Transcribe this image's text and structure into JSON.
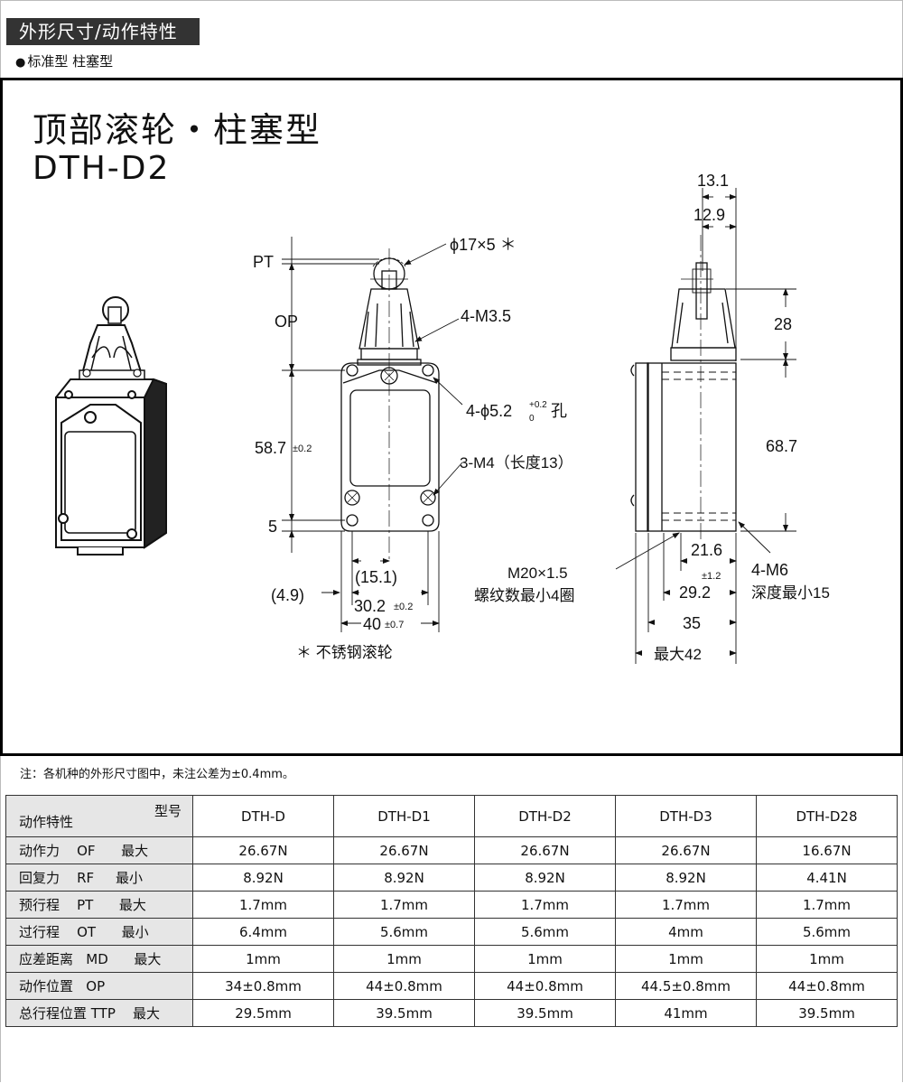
{
  "header": {
    "section_title": "外形尺寸/动作特性",
    "subtype_bullet": "●",
    "subtype": "标准型 柱塞型"
  },
  "drawing": {
    "title_cn": "顶部滚轮・柱塞型",
    "title_model": "DTH-D2",
    "front_view": {
      "pt": "PT",
      "op": "OP",
      "roller": "ϕ17×5 ＊",
      "screw_top": "4-M3.5",
      "mount_holes": "4-ϕ5.2",
      "mount_holes_tol_upper": "+0.2",
      "mount_holes_tol_lower": "0",
      "mount_holes_suffix": "孔",
      "height": "58.7",
      "height_tol": "±0.2",
      "bottom_offset": "5",
      "threaded": "3-M4（长度13）",
      "dim_15_1": "(15.1)",
      "dim_4_9": "(4.9)",
      "dim_30_2": "30.2",
      "dim_30_2_tol": "±0.2",
      "dim_40": "40",
      "dim_40_tol": "±0.7",
      "footnote": "＊ 不锈钢滚轮"
    },
    "side_view": {
      "dim_13_1": "13.1",
      "dim_12_9": "12.9",
      "dim_28": "28",
      "dim_68_7": "68.7",
      "dim_21_6": "21.6",
      "dim_29_2": "29.2",
      "dim_29_2_tol": "±1.2",
      "dim_35": "35",
      "dim_max42": "最大42",
      "conduit_line1": "M20×1.5",
      "conduit_line2": "螺纹数最小4圈",
      "m6_line1": "4-M6",
      "m6_line2": "深度最小15"
    }
  },
  "note": "注：各机种的外形尺寸图中，未注公差为±0.4mm。",
  "spec_table": {
    "corner_top": "型号",
    "corner_bottom": "动作特性",
    "models": [
      "DTH-D",
      "DTH-D1",
      "DTH-D2",
      "DTH-D3",
      "DTH-D28"
    ],
    "rows": [
      {
        "label": "动作力    OF      最大",
        "values": [
          "26.67N",
          "26.67N",
          "26.67N",
          "26.67N",
          "16.67N"
        ]
      },
      {
        "label": "回复力    RF     最小",
        "values": [
          "8.92N",
          "8.92N",
          "8.92N",
          "8.92N",
          "4.41N"
        ]
      },
      {
        "label": "预行程    PT      最大",
        "values": [
          "1.7mm",
          "1.7mm",
          "1.7mm",
          "1.7mm",
          "1.7mm"
        ]
      },
      {
        "label": "过行程    OT      最小",
        "values": [
          "6.4mm",
          "5.6mm",
          "5.6mm",
          "4mm",
          "5.6mm"
        ]
      },
      {
        "label": "应差距离   MD      最大",
        "values": [
          "1mm",
          "1mm",
          "1mm",
          "1mm",
          "1mm"
        ]
      },
      {
        "label": "动作位置   OP",
        "values": [
          "34±0.8mm",
          "44±0.8mm",
          "44±0.8mm",
          "44.5±0.8mm",
          "44±0.8mm"
        ]
      },
      {
        "label": "总行程位置 TTP    最大",
        "values": [
          "29.5mm",
          "39.5mm",
          "39.5mm",
          "41mm",
          "39.5mm"
        ]
      }
    ]
  }
}
